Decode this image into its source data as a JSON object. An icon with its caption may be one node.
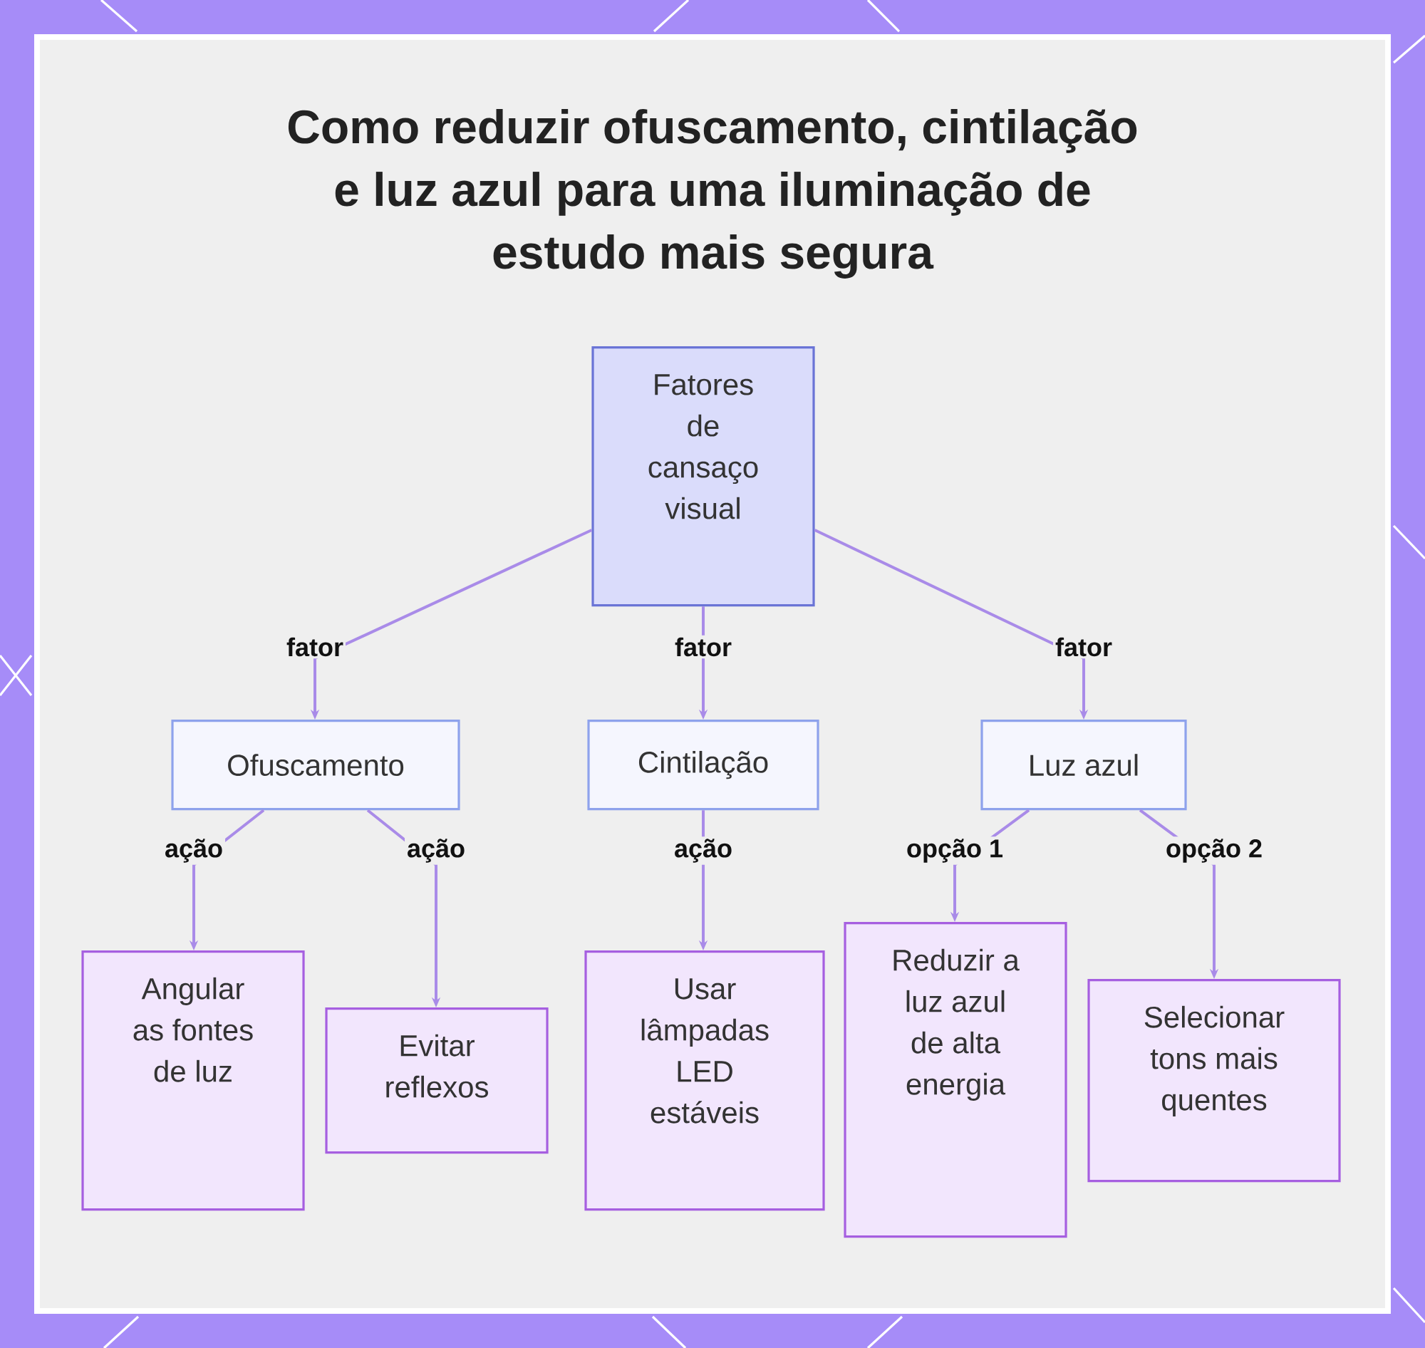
{
  "diagram": {
    "title": "Como reduzir ofuscamento, cintilação e luz azul para uma iluminação de estudo mais segura",
    "nodes": [
      {
        "text": [
          "Fatores de cansaço visual"
        ]
      },
      {
        "text": [
          "Ofuscamento"
        ]
      },
      {
        "text": [
          "Cintilação"
        ]
      },
      {
        "text": [
          "Luz azul"
        ]
      },
      {
        "text": [
          "Angular as fontes de luz"
        ]
      },
      {
        "text": [
          "Evitar reflexos"
        ]
      },
      {
        "text": [
          "Usar lâmpadas LED estáveis"
        ]
      },
      {
        "text": [
          "Reduzir a luz azul de alta energia"
        ]
      },
      {
        "text": [
          "Selecionar tons mais quentes"
        ]
      }
    ],
    "edges": [
      {
        "from": 0,
        "to": 1,
        "arrow": "to",
        "label": "fator"
      },
      {
        "from": 0,
        "to": 2,
        "arrow": "to",
        "label": "fator"
      },
      {
        "from": 0,
        "to": 3,
        "arrow": "to",
        "label": "fator"
      },
      {
        "from": 1,
        "to": 4,
        "arrow": "to",
        "label": "ação"
      },
      {
        "from": 1,
        "to": 5,
        "arrow": "to",
        "label": "ação"
      },
      {
        "from": 2,
        "to": 6,
        "arrow": "to",
        "label": "ação"
      },
      {
        "from": 3,
        "to": 7,
        "arrow": "to",
        "label": "opção 1"
      },
      {
        "from": 3,
        "to": 8,
        "arrow": "to",
        "label": "opção 2"
      }
    ]
  }
}
